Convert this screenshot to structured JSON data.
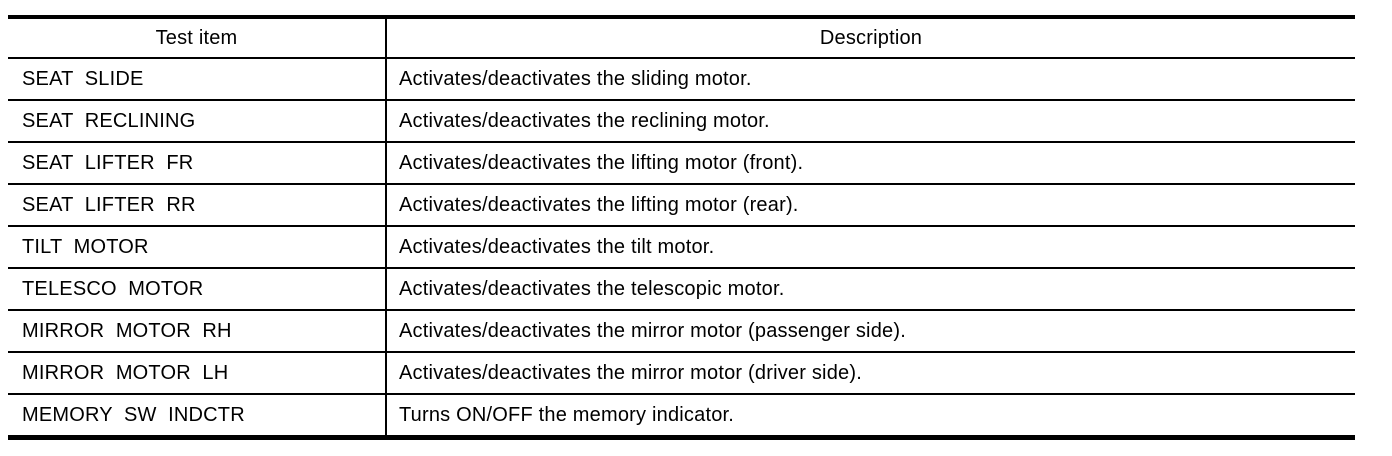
{
  "colors": {
    "background": "#ffffff",
    "border": "#000000",
    "text": "#000000"
  },
  "table": {
    "headers": {
      "test_item": "Test item",
      "description": "Description"
    },
    "rows": [
      {
        "item": "SEAT  SLIDE",
        "description": "Activates/deactivates the sliding motor."
      },
      {
        "item": "SEAT  RECLINING",
        "description": "Activates/deactivates the reclining motor."
      },
      {
        "item": "SEAT  LIFTER  FR",
        "description": "Activates/deactivates the lifting motor (front)."
      },
      {
        "item": "SEAT  LIFTER  RR",
        "description": "Activates/deactivates the lifting motor (rear)."
      },
      {
        "item": "TILT  MOTOR",
        "description": "Activates/deactivates the tilt motor."
      },
      {
        "item": "TELESCO  MOTOR",
        "description": "Activates/deactivates the telescopic motor."
      },
      {
        "item": "MIRROR  MOTOR  RH",
        "description": "Activates/deactivates the mirror motor (passenger side)."
      },
      {
        "item": "MIRROR  MOTOR  LH",
        "description": "Activates/deactivates the mirror motor (driver side)."
      },
      {
        "item": "MEMORY  SW  INDCTR",
        "description": "Turns ON/OFF the memory indicator."
      }
    ]
  }
}
